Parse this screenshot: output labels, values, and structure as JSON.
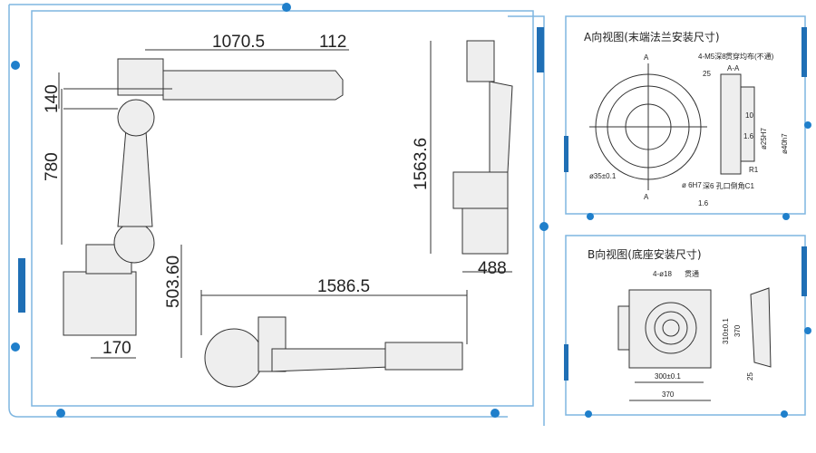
{
  "main_view": {
    "dims": {
      "top_length": "1070.5",
      "top_offset": "112",
      "upper_height": "140",
      "arm_height": "780",
      "base_height": "503.60",
      "base_width": "170",
      "total_height": "1563.6",
      "side_depth": "488",
      "reach": "1586.5"
    }
  },
  "panel_a": {
    "title": "A向视图(末端法兰安装尺寸)",
    "section_label": "A-A",
    "view_marker": "A",
    "hole_note": "4-M5深8",
    "hole_note_extra": "贯穿均布(不通)",
    "roughness_1": "25",
    "pcd": "ø35±0.1",
    "pin_hole": "ø 6H7",
    "pin_note": "深6 孔口倒角C1",
    "roughness_2": "1.6",
    "dim_10": "10",
    "dim_16": "1.6",
    "bore": "ø25H7",
    "outer": "ø40h7",
    "radius": "R1"
  },
  "panel_b": {
    "title": "B向视图(底座安装尺寸)",
    "hole_note": "4-ø18",
    "hole_note_extra": "贯通",
    "dim_310": "310±0.1",
    "dim_370v": "370",
    "dim_300": "300±0.1",
    "dim_370h": "370",
    "dim_25": "25"
  },
  "colors": {
    "frame": "#7fb6e0",
    "accent": "#1f6fb5"
  }
}
